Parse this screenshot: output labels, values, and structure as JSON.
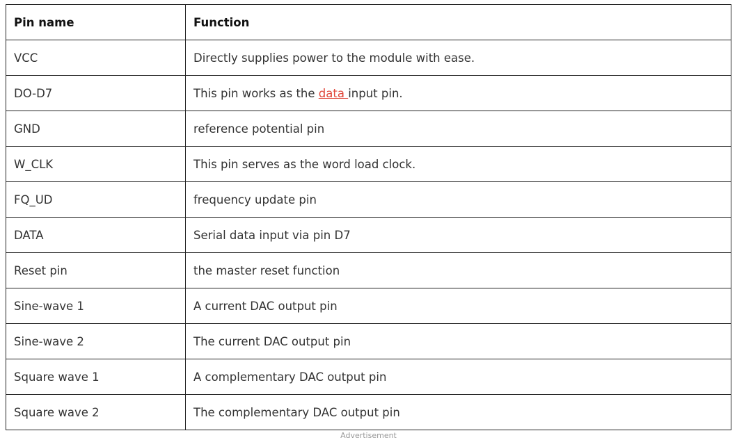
{
  "table": {
    "headers": [
      "Pin name",
      "Function"
    ],
    "rows": [
      {
        "pin": "VCC",
        "function": "Directly supplies power to the module with ease."
      },
      {
        "pin": "DO-D7",
        "function_before": "This pin works as the ",
        "function_link": "data ",
        "function_after": "input pin."
      },
      {
        "pin": "GND",
        "function": "reference potential pin"
      },
      {
        "pin": "W_CLK",
        "function": "This pin serves as the word load clock."
      },
      {
        "pin": "FQ_UD",
        "function": "frequency update pin"
      },
      {
        "pin": "DATA",
        "function": "Serial data input via pin D7"
      },
      {
        "pin": "Reset pin",
        "function": "the master reset function"
      },
      {
        "pin": "Sine-wave 1",
        "function": "A current DAC output pin"
      },
      {
        "pin": "Sine-wave 2",
        "function": "The current DAC output pin"
      },
      {
        "pin": "Square wave 1",
        "function": "A complementary DAC output pin"
      },
      {
        "pin": "Square wave 2",
        "function": "The complementary DAC output pin"
      }
    ]
  },
  "footer": {
    "advertisement": "Advertisement"
  },
  "colors": {
    "link": "#e0473a",
    "border": "#222222"
  }
}
